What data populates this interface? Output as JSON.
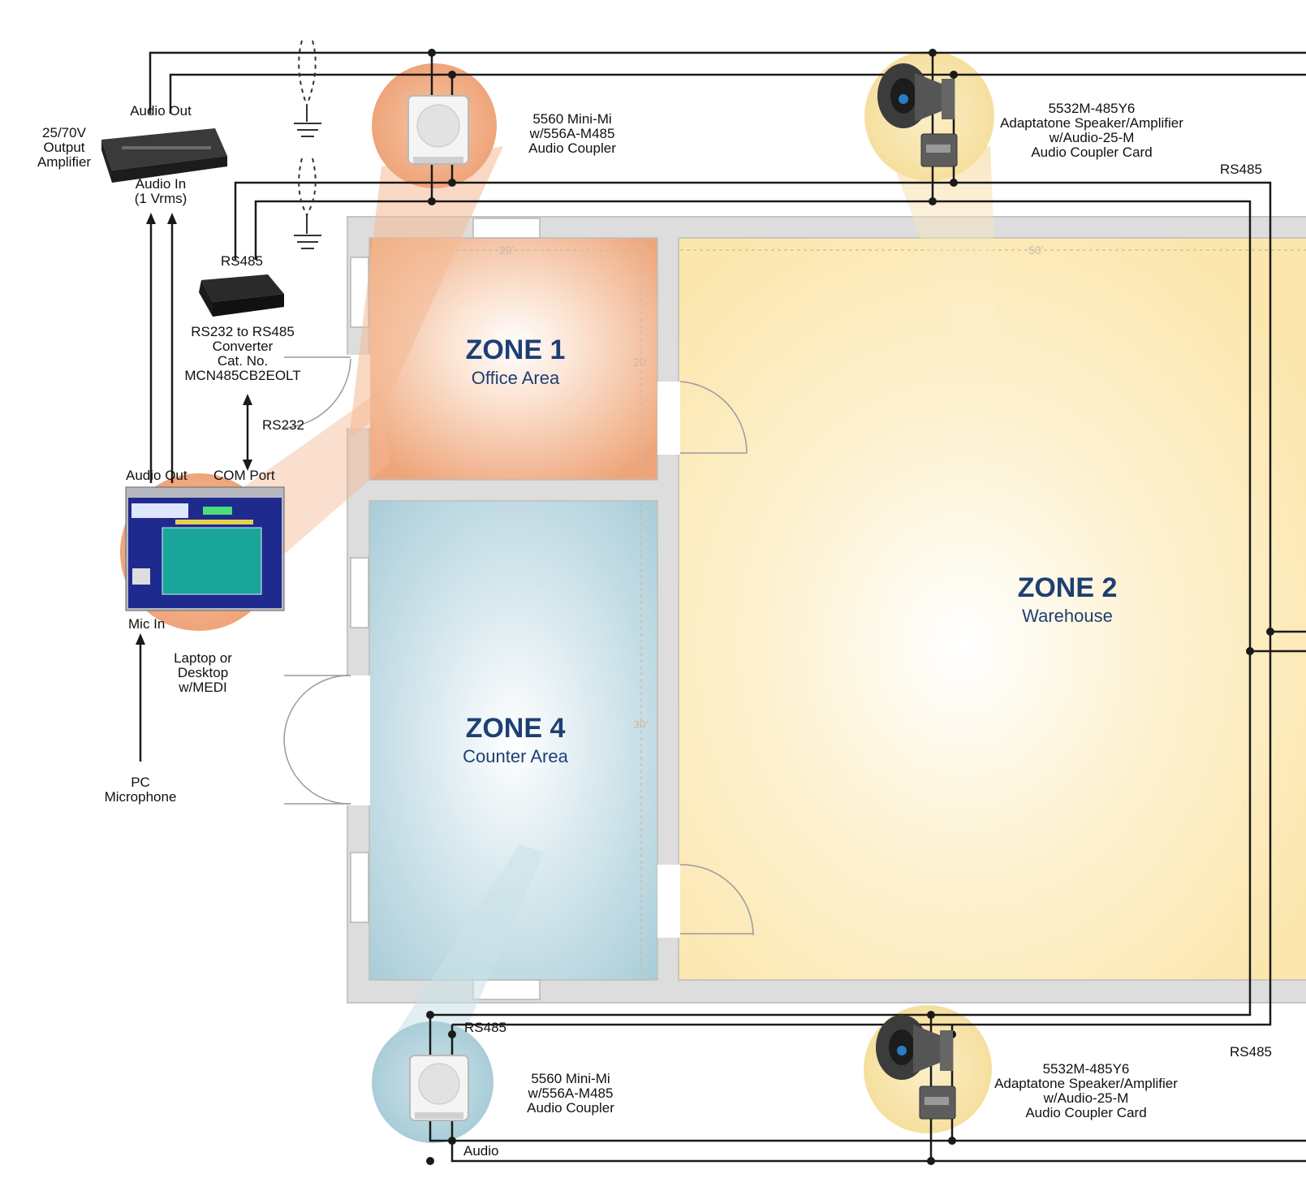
{
  "zones": [
    {
      "id": "zone-1",
      "title": "ZONE 1",
      "subtitle": "Office Area",
      "color": "#f0a070"
    },
    {
      "id": "zone-2",
      "title": "ZONE 2",
      "subtitle": "Warehouse",
      "color": "#fbe6ad"
    },
    {
      "id": "zone-4",
      "title": "ZONE 4",
      "subtitle": "Counter Area",
      "color": "#a9cdd8"
    }
  ],
  "dimensions": {
    "zone1_width": "20'",
    "zone1_height": "20'",
    "zone2_width": "50'",
    "zone4_height": "30'"
  },
  "amplifier": {
    "name_lines": [
      "25/70V",
      "Output",
      "Amplifier"
    ],
    "audio_out": "Audio Out",
    "audio_in_lines": [
      "Audio In",
      "(1 Vrms)"
    ]
  },
  "converter": {
    "rs485_label": "RS485",
    "name_lines": [
      "RS232 to RS485",
      "Converter",
      "Cat. No.",
      "MCN485CB2EOLT"
    ],
    "rs232_label": "RS232"
  },
  "computer": {
    "audio_out": "Audio Out",
    "com_port": "COM Port",
    "mic_in": "Mic In",
    "name_lines": [
      "Laptop or",
      "Desktop",
      "w/MEDI"
    ],
    "mic_lines": [
      "PC",
      "Microphone"
    ]
  },
  "devices": {
    "mini_top_lines": [
      "5560 Mini-Mi",
      "w/556A-M485",
      "Audio Coupler"
    ],
    "horn_top_lines": [
      "5532M-485Y6",
      "Adaptatone Speaker/Amplifier",
      "w/Audio-25-M",
      "Audio Coupler Card"
    ],
    "mini_bottom_lines": [
      "5560 Mini-Mi",
      "w/556A-M485",
      "Audio Coupler"
    ],
    "horn_bottom_lines": [
      "5532M-485Y6",
      "Adaptatone Speaker/Amplifier",
      "w/Audio-25-M",
      "Audio Coupler Card"
    ]
  },
  "wires": {
    "rs485_right_top": "RS485",
    "rs485_right_bottom": "RS485",
    "rs485_bottom_left": "RS485",
    "audio_bottom": "Audio"
  },
  "colors": {
    "wire": "#1a1a1a",
    "wall": "#dcdcdc",
    "zone_title": "#1e3f73"
  }
}
